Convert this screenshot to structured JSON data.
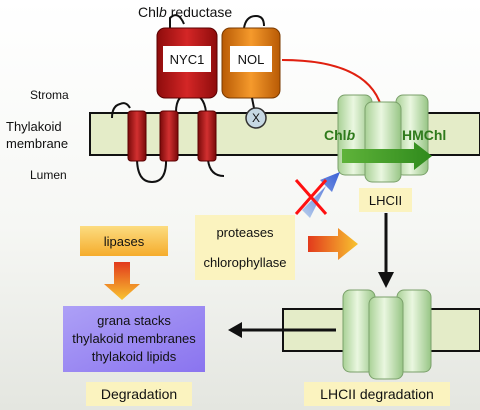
{
  "labels": {
    "chlb_reductase_pre": "Chl",
    "chlb_reductase_italic": "b",
    "chlb_reductase_post": " reductase",
    "stroma": "Stroma",
    "thylakoid_membrane": "Thylakoid\nmembrane",
    "lumen": "Lumen",
    "nyc1": "NYC1",
    "nol": "NOL",
    "x_mark": "X",
    "chlb_pre": "Chl",
    "chlb_italic": "b",
    "hmchl": "HMChl",
    "lhcii": "LHCII",
    "lipases": "lipases",
    "proteases": "proteases",
    "chlorophyllase": "chlorophyllase",
    "grana_stacks": "grana stacks",
    "thylakoid_membranes": "thylakoid membranes",
    "thylakoid_lipids": "thylakoid lipids",
    "degradation": "Degradation",
    "lhcii_degradation": "LHCII degradation"
  },
  "colors": {
    "membrane": "#e4ecc8",
    "helix_red": "#b01818",
    "nyc1_red": "#c41a1a",
    "nol_orange": "#e07a10",
    "protein_green": "#cde9bf",
    "arrow_green": "#3e9a25",
    "lilac_box": "#9a86f2",
    "orange_box": "#f6b43a",
    "yellow_box": "#fbf3bf"
  }
}
